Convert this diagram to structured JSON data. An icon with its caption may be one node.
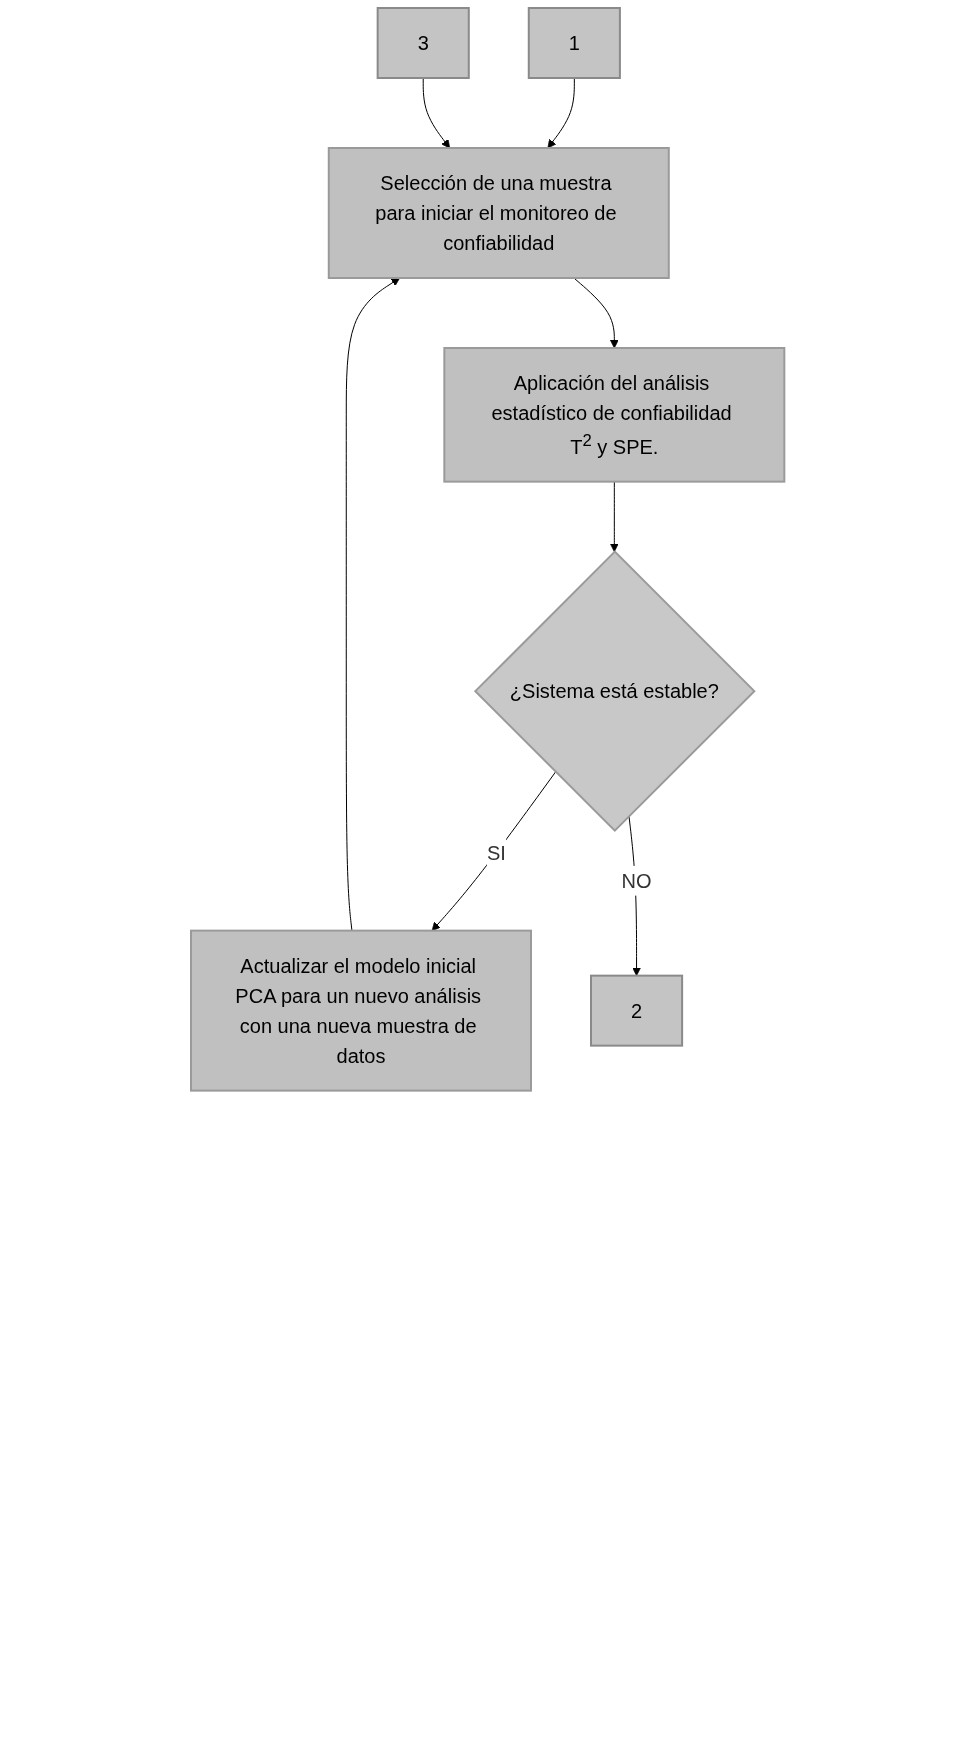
{
  "diagram": {
    "nodes": [
      {
        "text": [
          "1"
        ]
      },
      {
        "text": [
          "3"
        ]
      },
      {
        "text": [
          "Selección de una muestra para iniciar el monitoreo de confiabilidad"
        ]
      },
      {
        "text": [
          "Actualizar el modelo inicial PCA para un nuevo análisis con una nueva muestra de datos"
        ]
      },
      {
        "text": [
          "Aplicación del análisis estadístico de confiabilidad T$^{2}$ y SPE."
        ]
      },
      {
        "text": [
          "¿Sistema está estable?"
        ]
      },
      {
        "text": [
          "2"
        ]
      }
    ],
    "edges": [
      {
        "from": 0,
        "to": 2,
        "arrow": "to"
      },
      {
        "from": 1,
        "to": 2,
        "arrow": "to"
      },
      {
        "from": 3,
        "to": 2,
        "arrow": "to"
      },
      {
        "from": 2,
        "to": 4,
        "arrow": "to"
      },
      {
        "from": 4,
        "to": 5,
        "arrow": "to"
      },
      {
        "from": 5,
        "to": 3,
        "label": "SI",
        "arrow": "to"
      },
      {
        "from": 5,
        "to": 6,
        "label": "NO",
        "arrow": "to"
      }
    ]
  }
}
